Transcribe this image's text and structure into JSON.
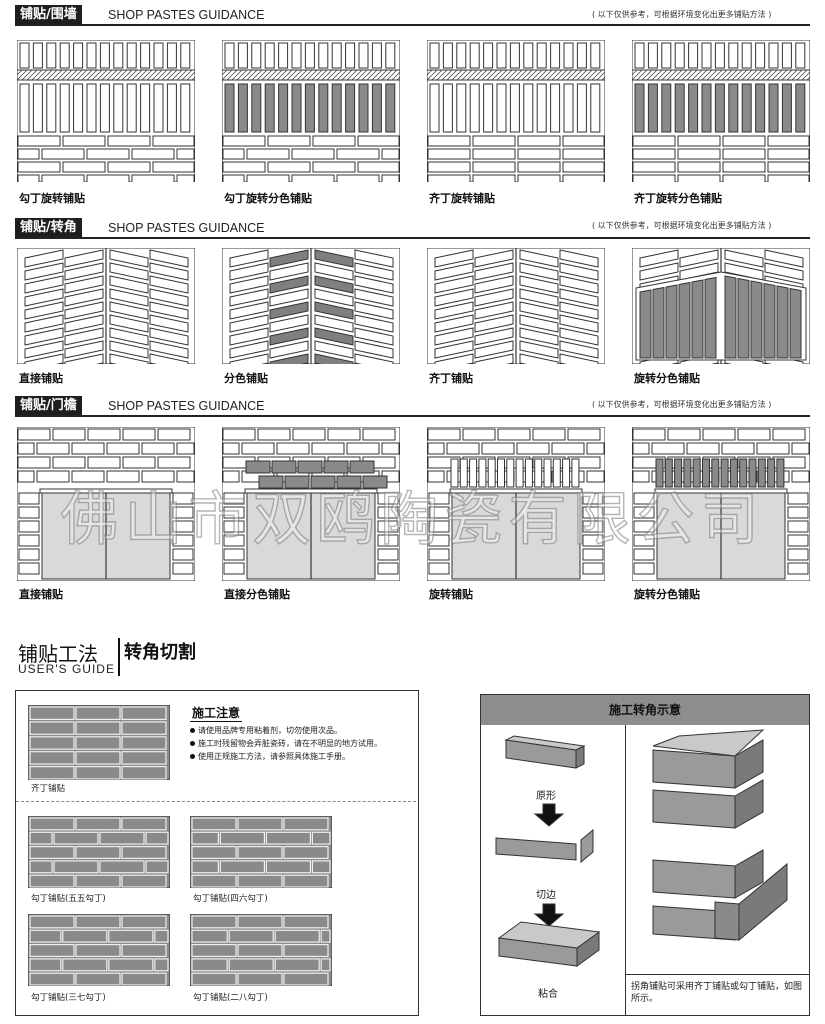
{
  "sections": [
    {
      "tag": "铺贴/围墙",
      "en": "SHOP PASTES GUIDANCE",
      "note": "( 以下仅供参考，可根据环境变化出更多铺贴方法 )",
      "captions": [
        "勾丁旋转铺贴",
        "勾丁旋转分色铺贴",
        "齐丁旋转铺贴",
        "齐丁旋转分色铺贴"
      ]
    },
    {
      "tag": "铺贴/转角",
      "en": "SHOP PASTES GUIDANCE",
      "note": "( 以下仅供参考，可根据环境变化出更多铺贴方法 )",
      "captions": [
        "直接铺贴",
        "分色铺贴",
        "齐丁铺贴",
        "旋转分色铺贴"
      ]
    },
    {
      "tag": "铺贴/门檐",
      "en": "SHOP PASTES GUIDANCE",
      "note": "( 以下仅供参考，可根据环境变化出更多铺贴方法 )",
      "captions": [
        "直接铺贴",
        "直接分色铺贴",
        "旋转铺贴",
        "旋转分色铺贴"
      ]
    }
  ],
  "watermark": "佛山市双鸥陶瓷有限公司",
  "guide": {
    "cn": "铺贴工法",
    "en": "USER'S GUIDE",
    "title": "转角切割"
  },
  "notes": {
    "title": "施工注意",
    "items": [
      "请使用品牌专用粘着剂，切勿使用次品。",
      "施工时残留物会弄脏瓷砖，请在不明显的地方试用。",
      "使用正规施工方法，请参照具体施工手册。"
    ]
  },
  "patterns": {
    "p1": "齐丁铺贴",
    "p2": "勾丁铺贴(五五勾丁)",
    "p3": "勾丁铺贴(四六勾丁)",
    "p4": "勾丁铺贴(三七勾丁)",
    "p5": "勾丁铺贴(二八勾丁)"
  },
  "corner": {
    "title": "施工转角示意",
    "steps": [
      "原形",
      "切边",
      "粘合"
    ],
    "footer": "拐角铺贴可采用齐丁铺贴或勾丁铺贴，如图所示。"
  }
}
